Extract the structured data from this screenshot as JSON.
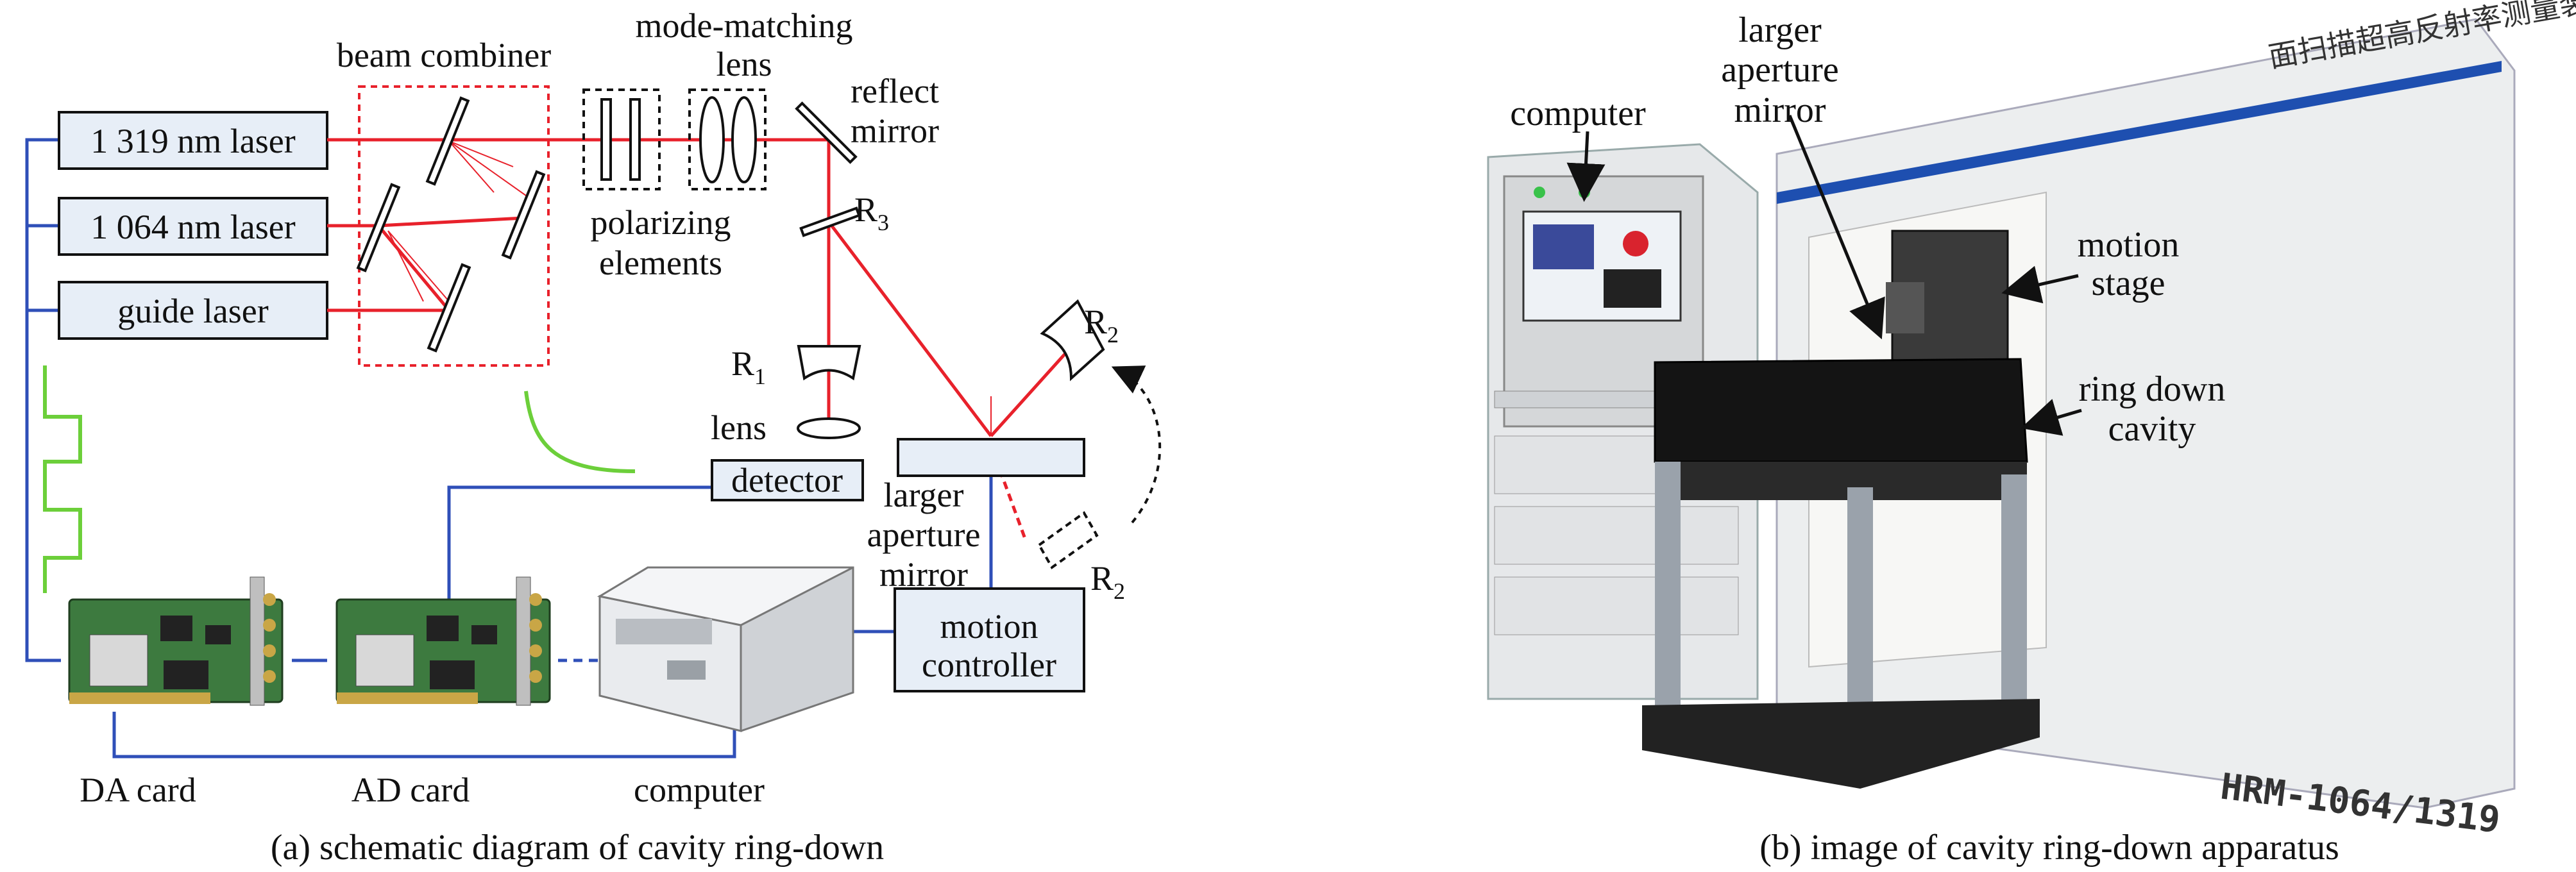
{
  "panel_a": {
    "caption": "(a) schematic diagram of cavity ring-down",
    "lasers": [
      "1 319 nm laser",
      "1 064 nm laser",
      "guide laser"
    ],
    "beam_combiner": "beam combiner",
    "mode_matching_1": "mode-matching",
    "mode_matching_2": "lens",
    "polarizing_1": "polarizing",
    "polarizing_2": "elements",
    "reflect_1": "reflect",
    "reflect_2": "mirror",
    "r3": "R",
    "r3_sub": "3",
    "r1": "R",
    "r1_sub": "1",
    "r2": "R",
    "r2_sub": "2",
    "r2b": "R",
    "r2b_sub": "2",
    "lens": "lens",
    "detector": "detector",
    "larger_1": "larger",
    "larger_2": "aperture",
    "larger_3": "mirror",
    "motion_1": "motion",
    "motion_2": "controller",
    "da_card": "DA card",
    "ad_card": "AD card",
    "computer": "computer"
  },
  "panel_b": {
    "caption": "(b) image of cavity ring-down apparatus",
    "computer": "computer",
    "larger_1": "larger",
    "larger_2": "aperture",
    "larger_3": "mirror",
    "stage_1": "motion",
    "stage_2": "stage",
    "cavity_1": "ring down",
    "cavity_2": "cavity",
    "panel_chinese": "面扫描超高反射率测量装置",
    "model": "HRM-1064/1319"
  },
  "colors": {
    "laser": "#e8212b",
    "signal": "#2f4fb8",
    "trigger": "#6ccf3a",
    "box_fill": "#e7eef7"
  }
}
